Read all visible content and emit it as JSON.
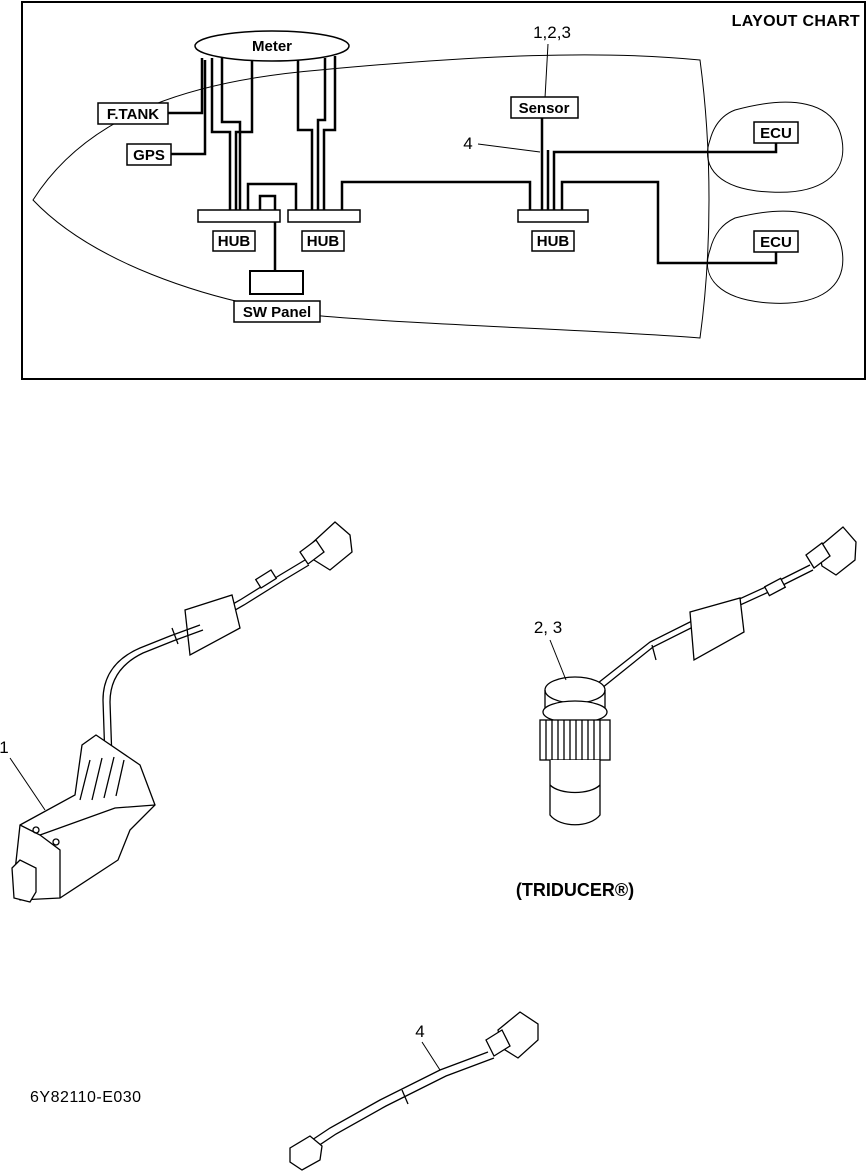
{
  "layout_chart": {
    "title": "LAYOUT CHART",
    "meter": "Meter",
    "fuel_tank": "F.TANK",
    "gps": "GPS",
    "sensor_callout": "1,2,3",
    "sensor": "Sensor",
    "cable_callout": "4",
    "hubs": [
      "HUB",
      "HUB",
      "HUB"
    ],
    "ecus": [
      "ECU",
      "ECU"
    ],
    "sw_panel": "SW Panel"
  },
  "parts": {
    "transducer_callout": "1",
    "triducer_callout": "2, 3",
    "triducer_caption": "(TRIDUCER®)",
    "cable_callout": "4"
  },
  "figure_code": "6Y82110-E030"
}
